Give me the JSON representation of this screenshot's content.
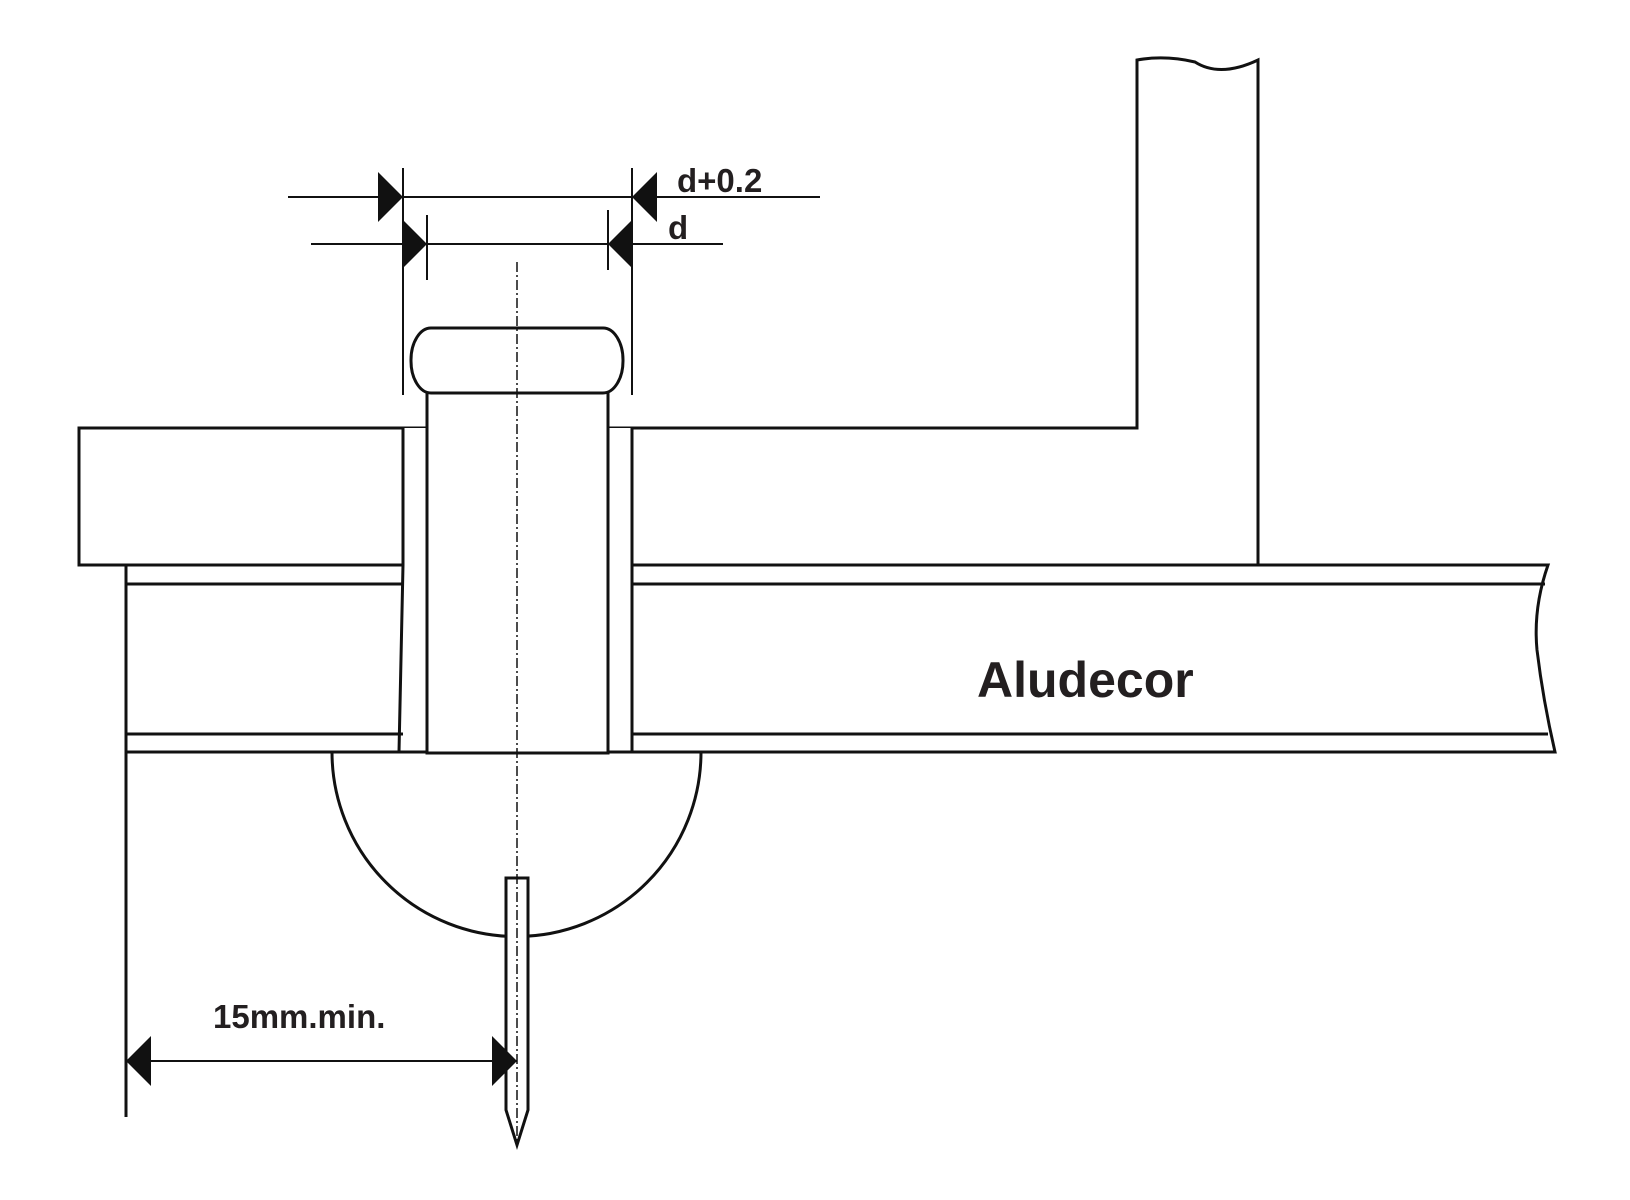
{
  "labels": {
    "dim_hole": "d+0.2",
    "dim_rivet": "d",
    "material": "Aludecor",
    "edge_distance": "15mm.min."
  }
}
